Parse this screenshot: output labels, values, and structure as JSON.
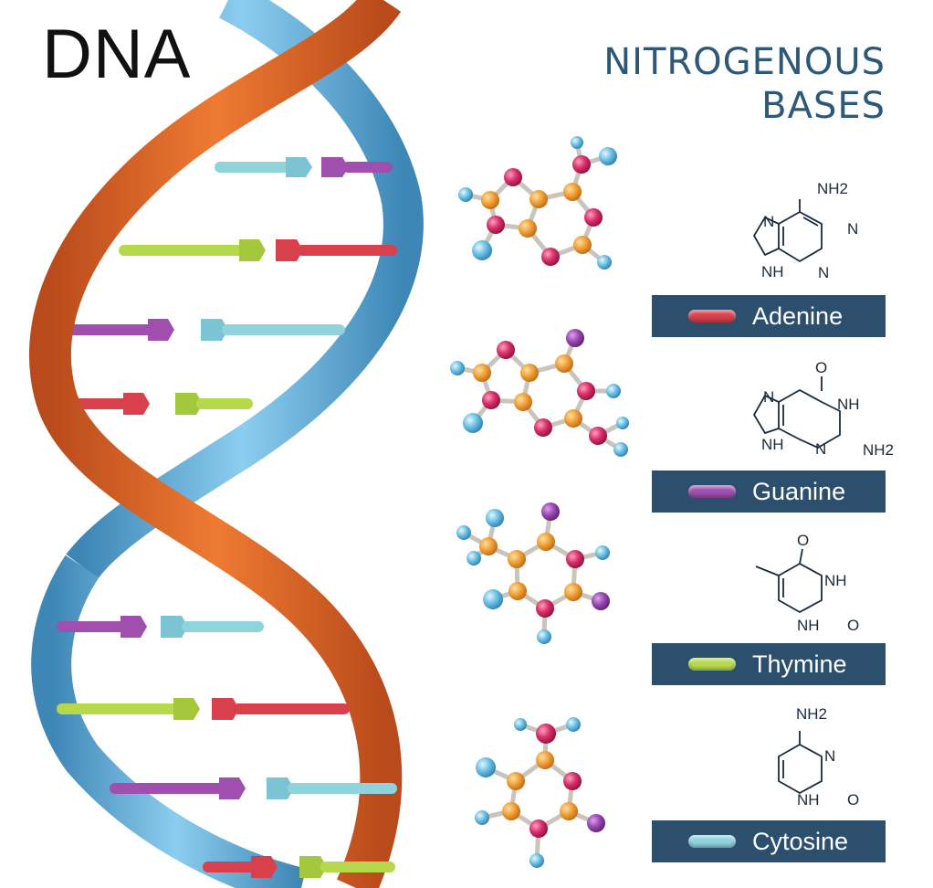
{
  "title": "DNA",
  "heading": {
    "line1": "NITROGENOUS",
    "line2": "BASES"
  },
  "bases": [
    {
      "name": "Adenine",
      "color": "#d8404b"
    },
    {
      "name": "Guanine",
      "color": "#a04fae"
    },
    {
      "name": "Thymine",
      "color": "#b5d94b"
    },
    {
      "name": "Cytosine",
      "color": "#8fd3dd"
    }
  ],
  "structures": {
    "adenine": {
      "amino": "NH2",
      "n1": "N",
      "n2": "N",
      "n3": "N",
      "nh": "NH"
    },
    "guanine": {
      "o": "O",
      "nh1": "NH",
      "amino": "NH2",
      "n1": "N",
      "n2": "N",
      "nh2": "NH"
    },
    "thymine": {
      "o1": "O",
      "nh1": "NH",
      "nh2": "NH",
      "o2": "O"
    },
    "cytosine": {
      "amino": "NH2",
      "n": "N",
      "nh": "NH",
      "o": "O"
    }
  },
  "colors": {
    "strand_orange": "#d2632a",
    "strand_blue": "#5aa4cf",
    "label_bg": "#2c4f6e",
    "atom_orange": "#f0a13a",
    "atom_pink": "#d8306a",
    "atom_blue": "#6cc1e6",
    "atom_purple": "#9a4ab0"
  }
}
